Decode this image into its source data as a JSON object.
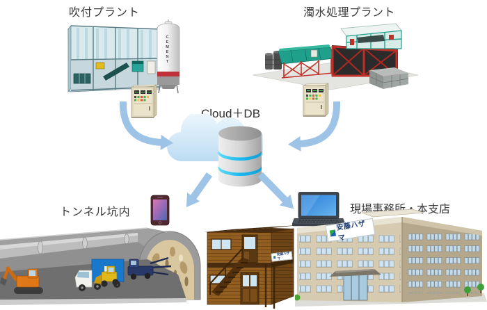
{
  "diagram": {
    "labels": {
      "spray_plant": "吹付プラント",
      "water_plant": "濁水処理プラント",
      "cloud_db": "Cloud＋DB",
      "tunnel": "トンネル坑内",
      "office": "現場事務所・本支店"
    },
    "illustration_texts": {
      "cement_silo": "CEMENT",
      "building_sign": "安藤ハザマ",
      "site_office_sign": "安藤ハザマ"
    },
    "colors": {
      "background": "#ffffff",
      "arrow": "#9dc3e6",
      "label_text": "#3a3a3a",
      "cloud_fill": "#cfe7f8",
      "db_body": "#c9c9c9",
      "db_ring": "#23c0ee",
      "plant_structure": "#d4e7ec",
      "water_plant_teal": "#1fa08c",
      "water_plant_red": "#c03028",
      "site_office_brown": "#935f21",
      "office_building_beige": "#d6cab0"
    }
  }
}
